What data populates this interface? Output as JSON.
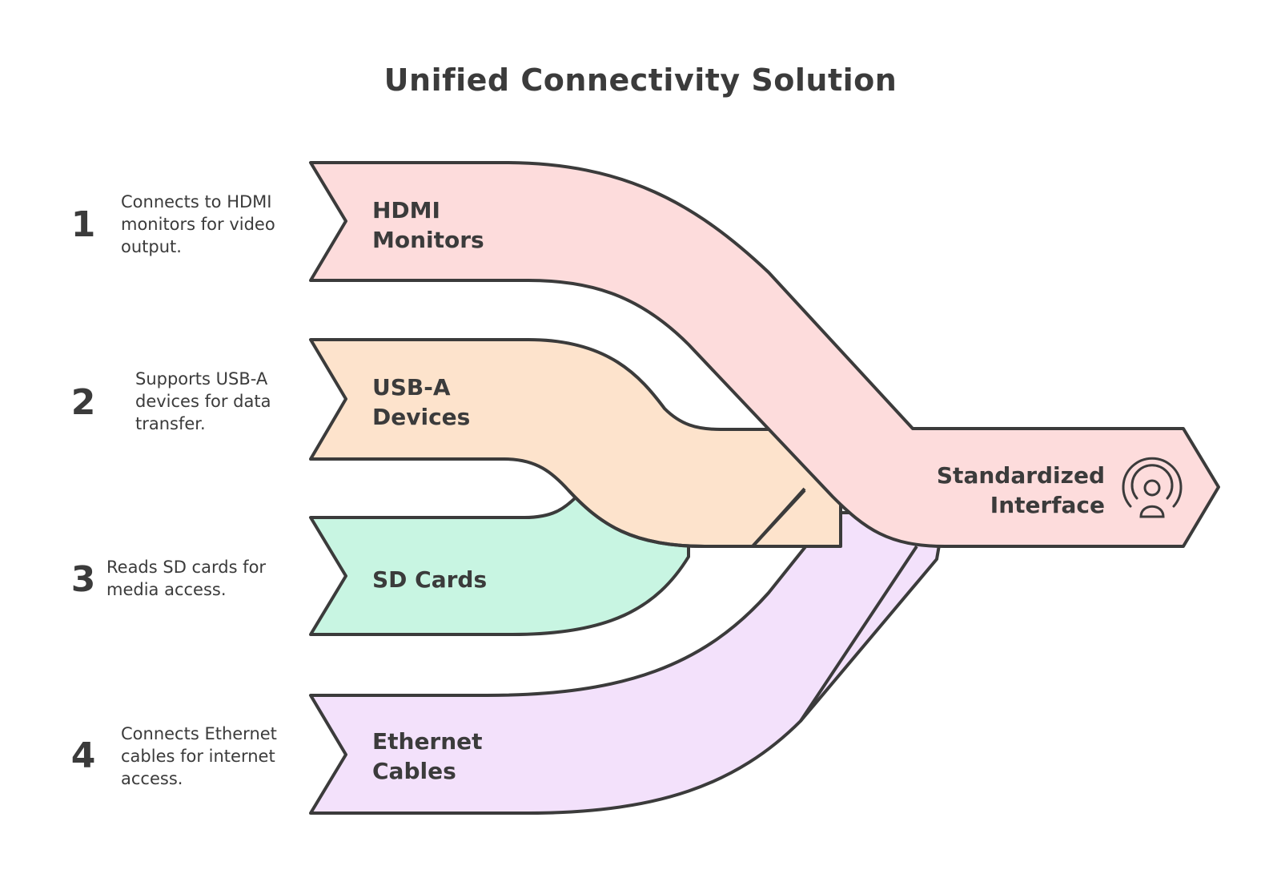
{
  "title": "Unified Connectivity Solution",
  "items": [
    {
      "number": "1",
      "description": "Connects to HDMI monitors for video output.",
      "label_line1": "HDMI",
      "label_line2": "Monitors",
      "color": "#fddcdc"
    },
    {
      "number": "2",
      "description": "Supports USB-A devices for data transfer.",
      "label_line1": "USB-A",
      "label_line2": "Devices",
      "color": "#fde3cc"
    },
    {
      "number": "3",
      "description": "Reads SD cards for media access.",
      "label_line1": "SD Cards",
      "label_line2": "",
      "color": "#c8f5e2"
    },
    {
      "number": "4",
      "description": "Connects Ethernet cables for internet access.",
      "label_line1": "Ethernet",
      "label_line2": "Cables",
      "color": "#f3e1fb"
    }
  ],
  "target": {
    "label_line1": "Standardized",
    "label_line2": "Interface",
    "icon": "broadcast-person-icon",
    "color": "#fddcdc"
  },
  "outline_color": "#3b3b3b"
}
